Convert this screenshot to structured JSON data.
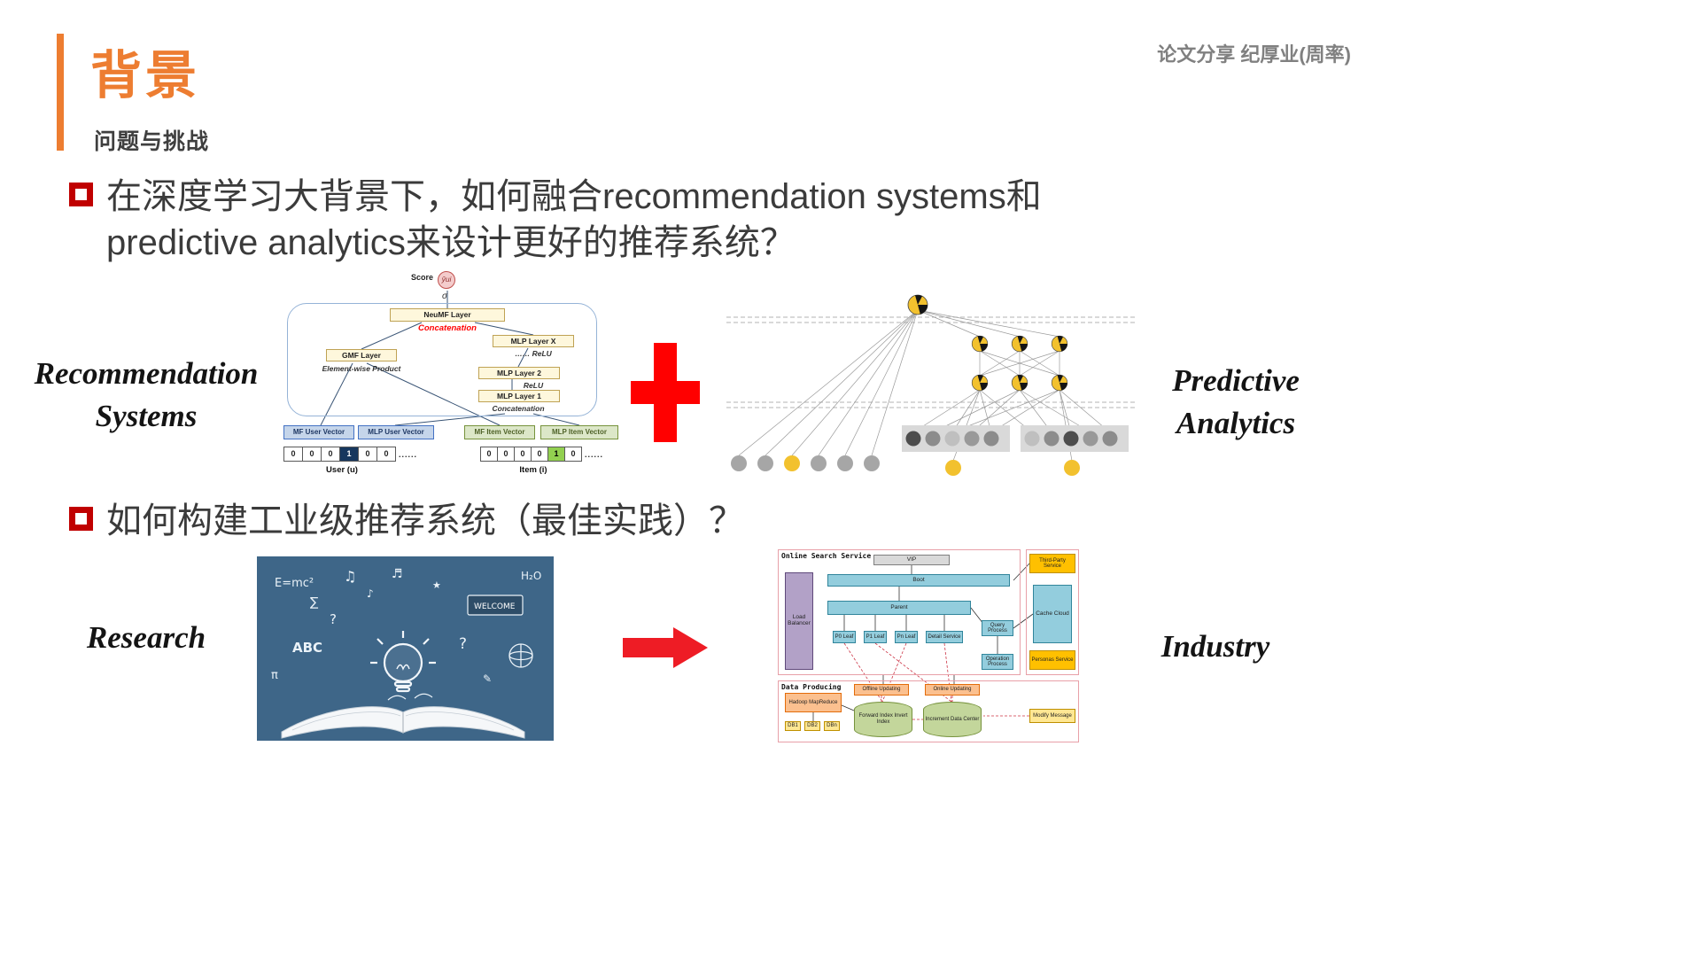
{
  "colors": {
    "accent_orange": "#ED7D31",
    "bullet_red": "#C00000",
    "plus_red": "#FF0000",
    "arrow_red": "#EE1C25",
    "credit_gray": "#808080"
  },
  "header": {
    "title": "背景",
    "subtitle": "问题与挑战",
    "credit": "论文分享 纪厚业(周率)"
  },
  "questions": {
    "q1_line1": "在深度学习大背景下，如何融合recommendation systems和",
    "q1_line2": "predictive analytics来设计更好的推荐系统？",
    "q2": "如何构建工业级推荐系统（最佳实践）？"
  },
  "labels": {
    "rec1": "Recommendation",
    "rec2": "Systems",
    "pred1": "Predictive",
    "pred2": "Analytics",
    "research": "Research",
    "industry": "Industry"
  },
  "neumf": {
    "score": "Score",
    "score_symbol": "ŷui",
    "sigma": "σ",
    "neumf_layer": "NeuMF Layer",
    "concat_top": "Concatenation",
    "mlp_x": "MLP Layer X",
    "relu_x": "…… ReLU",
    "gmf": "GMF Layer",
    "elementwise": "Element-wise Product",
    "mlp2": "MLP Layer 2",
    "relu2": "ReLU",
    "mlp1": "MLP Layer 1",
    "concat_bottom": "Concatenation",
    "mf_user": "MF User Vector",
    "mlp_user": "MLP User Vector",
    "mf_item": "MF Item Vector",
    "mlp_item": "MLP Item Vector",
    "user_bits": [
      "0",
      "0",
      "0",
      "1",
      "0",
      "0"
    ],
    "item_bits": [
      "0",
      "0",
      "0",
      "0",
      "1",
      "0"
    ],
    "dots": "......",
    "user_caption": "User (u)",
    "item_caption": "Item (i)"
  },
  "research_img": {
    "welcome": "WELCOME",
    "emc": "E=mc²",
    "abc": "ABC",
    "h2o": "H₂O"
  },
  "industry_diagram": {
    "online_title": "Online Search Service",
    "vip": "VIP",
    "boot": "Boot",
    "parent": "Parent",
    "p0": "P0 Leaf",
    "p1": "P1 Leaf",
    "pn": "Pn Leaf",
    "detail": "Detail Service",
    "query": "Query Process",
    "operation": "Operation Process",
    "load_balancer": "Load Balancer",
    "third_party": "Third-Party Service",
    "cache_cloud": "Cache Cloud",
    "personas": "Personas Service",
    "data_title": "Data Producing",
    "hadoop": "Hadoop MapReduce",
    "db1": "DB1",
    "db2": "DB2",
    "dbn": "DBn",
    "offline": "Offline Updating",
    "online": "Online Updating",
    "forward": "Forward Index Invert Index",
    "increment": "Increment Data Center",
    "modify": "Modify Message"
  }
}
